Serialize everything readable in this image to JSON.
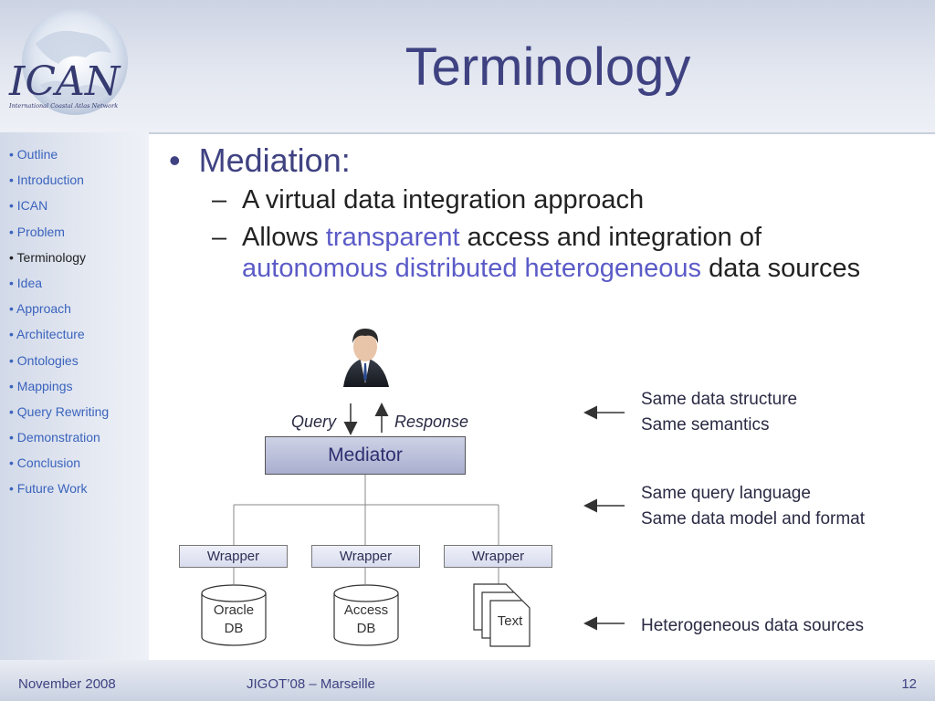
{
  "logo": {
    "text": "ICAN",
    "subtitle": "International Coastal Atlas Network"
  },
  "title": "Terminology",
  "sidebar": {
    "items": [
      {
        "label": "• Outline"
      },
      {
        "label": "• Introduction"
      },
      {
        "label": "• ICAN"
      },
      {
        "label": "• Problem"
      },
      {
        "label": "• Terminology",
        "active": true
      },
      {
        "label": "• Idea"
      },
      {
        "label": "• Approach"
      },
      {
        "label": "• Architecture"
      },
      {
        "label": "• Ontologies"
      },
      {
        "label": "• Mappings"
      },
      {
        "label": "• Query Rewriting"
      },
      {
        "label": "• Demonstration"
      },
      {
        "label": "• Conclusion"
      },
      {
        "label": "• Future Work"
      }
    ]
  },
  "content": {
    "bullet": "•",
    "heading": "Mediation:",
    "dash": "–",
    "sub1": "A virtual data integration approach",
    "sub2": {
      "p1": "Allows ",
      "h1": "transparent",
      "p2": " access and integration of ",
      "h2": "autonomous distributed heterogeneous",
      "p3": " data sources"
    }
  },
  "diagram": {
    "query": "Query",
    "response": "Response",
    "mediator": "Mediator",
    "wrappers": [
      "Wrapper",
      "Wrapper",
      "Wrapper"
    ],
    "sources": {
      "oracle": [
        "Oracle",
        "DB"
      ],
      "access": [
        "Access",
        "DB"
      ],
      "text": "Text"
    },
    "notes": {
      "n1a": "Same data structure",
      "n1b": "Same semantics",
      "n2a": "Same query language",
      "n2b": "Same data model and format",
      "n3": "Heterogeneous data sources"
    }
  },
  "footer": {
    "date": "November 2008",
    "event": "JIGOT’08 – Marseille",
    "page": "12"
  },
  "colors": {
    "title": "#3f4281",
    "sidebar_link": "#3a63bd",
    "highlight": "#5b5bc8"
  }
}
